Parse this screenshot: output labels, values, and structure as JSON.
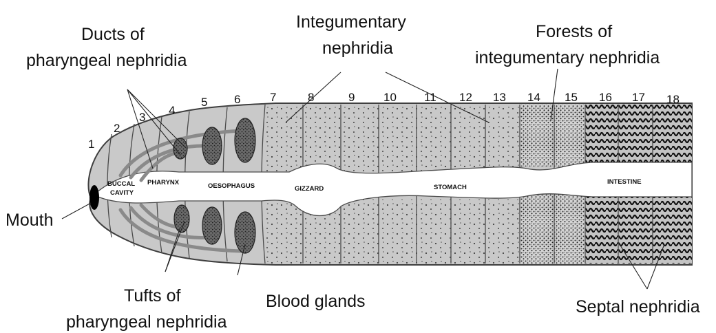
{
  "labels": {
    "ducts_line1": "Ducts of",
    "ducts_line2": "pharyngeal nephridia",
    "integ_line1": "Integumentary",
    "integ_line2": "nephridia",
    "forests_line1": "Forests of",
    "forests_line2": "integumentary nephridia",
    "mouth": "Mouth",
    "tufts_line1": "Tufts of",
    "tufts_line2": "pharyngeal nephridia",
    "blood_glands": "Blood glands",
    "septal": "Septal nephridia"
  },
  "inner_labels": {
    "buccal_line1": "BUCCAL",
    "buccal_line2": "CAVITY",
    "pharynx": "PHARYNX",
    "oesophagus": "OESOPHAGUS",
    "gizzard": "GIZZARD",
    "stomach": "STOMACH",
    "intestine": "INTESTINE"
  },
  "segments": [
    "1",
    "2",
    "3",
    "4",
    "5",
    "6",
    "7",
    "8",
    "9",
    "10",
    "11",
    "12",
    "13",
    "14",
    "15",
    "16",
    "17",
    "18"
  ],
  "colors": {
    "body_fill": "#c9c9c9",
    "outline": "#4a4a4a",
    "gland": "#5a5a5a",
    "mouth": "#000000"
  }
}
